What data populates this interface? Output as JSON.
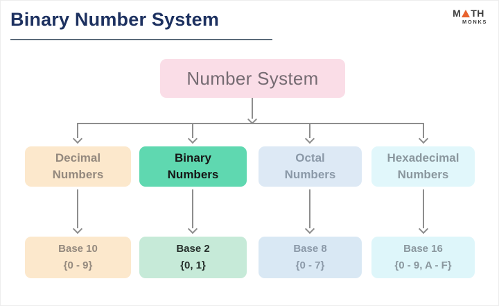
{
  "header": {
    "title": "Binary Number System",
    "title_color": "#1d3160",
    "underline_color": "#5c6b7a"
  },
  "logo": {
    "word1_part1": "M",
    "word1_part2": "TH",
    "word2": "MONKS",
    "triangle_color": "#e8622d",
    "text_color": "#3d3d3d"
  },
  "diagram": {
    "connector_color": "#8d8d8d",
    "root": {
      "label": "Number System",
      "bg": "#fadde7",
      "text_color": "#756b72"
    },
    "columns": [
      {
        "title_line1": "Decimal",
        "title_line2": "Numbers",
        "base_label": "Base 10",
        "digits_label": "{0 - 9}",
        "box_bg": "#fce8cc",
        "box_text": "#94897e",
        "base_bg": "#fce8cc",
        "base_text": "#94897e"
      },
      {
        "title_line1": "Binary",
        "title_line2": "Numbers",
        "base_label": "Base 2",
        "digits_label": "{0, 1}",
        "box_bg": "#5fd8b0",
        "box_text": "#161616",
        "base_bg": "#c6ead8",
        "base_text": "#27302c"
      },
      {
        "title_line1": "Octal",
        "title_line2": "Numbers",
        "base_label": "Base 8",
        "digits_label": "{0 - 7}",
        "box_bg": "#dde9f5",
        "box_text": "#8b99a8",
        "base_bg": "#d9e8f4",
        "base_text": "#8b99a8"
      },
      {
        "title_line1": "Hexadecimal",
        "title_line2": "Numbers",
        "base_label": "Base 16",
        "digits_label": "{0 - 9, A - F}",
        "box_bg": "#e1f7fb",
        "box_text": "#8a979e",
        "base_bg": "#def6fa",
        "base_text": "#8a979e"
      }
    ]
  }
}
